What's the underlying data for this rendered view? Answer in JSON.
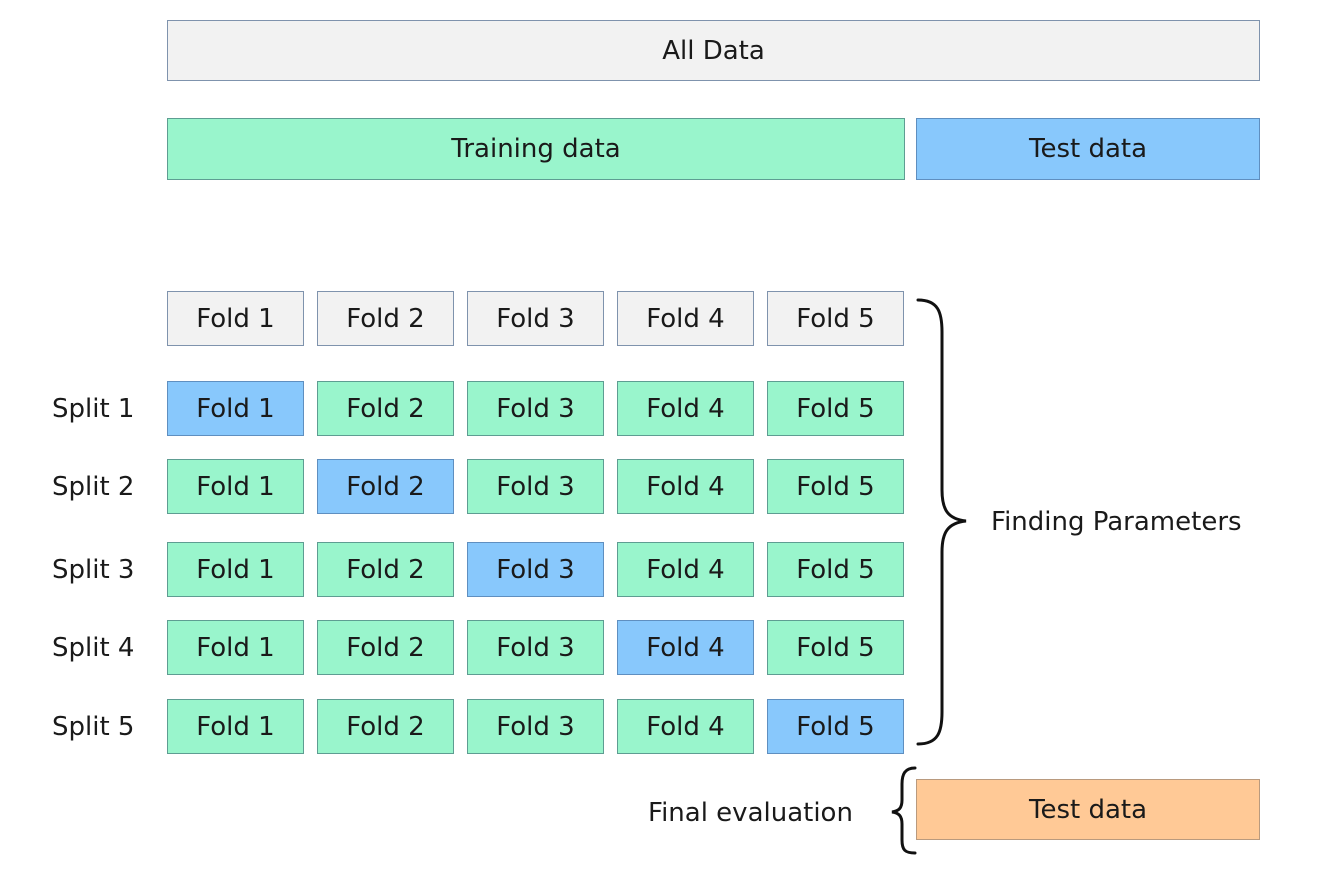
{
  "all_data": "All Data",
  "training_data": "Training data",
  "test_data": "Test data",
  "header_folds": [
    "Fold 1",
    "Fold 2",
    "Fold 3",
    "Fold 4",
    "Fold 5"
  ],
  "splits": [
    {
      "label": "Split 1",
      "test_index": 0,
      "folds": [
        "Fold 1",
        "Fold 2",
        "Fold 3",
        "Fold 4",
        "Fold 5"
      ]
    },
    {
      "label": "Split 2",
      "test_index": 1,
      "folds": [
        "Fold 1",
        "Fold 2",
        "Fold 3",
        "Fold 4",
        "Fold 5"
      ]
    },
    {
      "label": "Split 3",
      "test_index": 2,
      "folds": [
        "Fold 1",
        "Fold 2",
        "Fold 3",
        "Fold 4",
        "Fold 5"
      ]
    },
    {
      "label": "Split 4",
      "test_index": 3,
      "folds": [
        "Fold 1",
        "Fold 2",
        "Fold 3",
        "Fold 4",
        "Fold 5"
      ]
    },
    {
      "label": "Split 5",
      "test_index": 4,
      "folds": [
        "Fold 1",
        "Fold 2",
        "Fold 3",
        "Fold 4",
        "Fold 5"
      ]
    }
  ],
  "finding_parameters": "Finding Parameters",
  "final_evaluation": "Final evaluation",
  "final_test_data": "Test data",
  "colors": {
    "neutral": "#f2f2f2",
    "training": "#99f5cc",
    "validation": "#88c8fc",
    "final_test": "#ffc996",
    "border": "#7f93ad"
  }
}
